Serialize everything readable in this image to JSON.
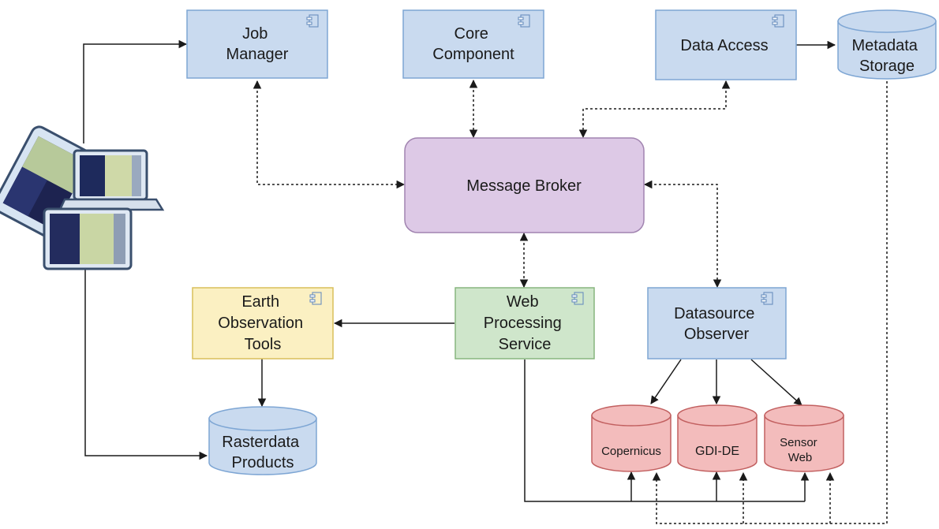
{
  "components": {
    "job_manager": [
      "Job",
      "Manager"
    ],
    "core_component": [
      "Core",
      "Component"
    ],
    "data_access": [
      "Data Access"
    ],
    "message_broker": [
      "Message Broker"
    ],
    "earth_observation_tools": [
      "Earth",
      "Observation",
      "Tools"
    ],
    "web_processing_service": [
      "Web",
      "Processing",
      "Service"
    ],
    "datasource_observer": [
      "Datasource",
      "Observer"
    ]
  },
  "stores": {
    "metadata_storage": [
      "Metadata",
      "Storage"
    ],
    "rasterdata_products": [
      "Rasterdata",
      "Products"
    ],
    "copernicus": [
      "Copernicus"
    ],
    "gdi_de": [
      "GDI-DE"
    ],
    "sensor_web": [
      "Sensor",
      "Web"
    ]
  },
  "colors": {
    "component_blue_fill": "#c9daef",
    "component_blue_stroke": "#7ea6d4",
    "broker_fill": "#ddc9e6",
    "broker_stroke": "#a184b0",
    "tools_fill": "#fbf0c2",
    "tools_stroke": "#d9bf5b",
    "wps_fill": "#cfe6cb",
    "wps_stroke": "#87b57f",
    "source_fill": "#f3bcbc",
    "source_stroke": "#c26060",
    "edge": "#1a1a1a"
  },
  "icons": [
    "component-icon",
    "database-icon",
    "client-devices-icon"
  ]
}
